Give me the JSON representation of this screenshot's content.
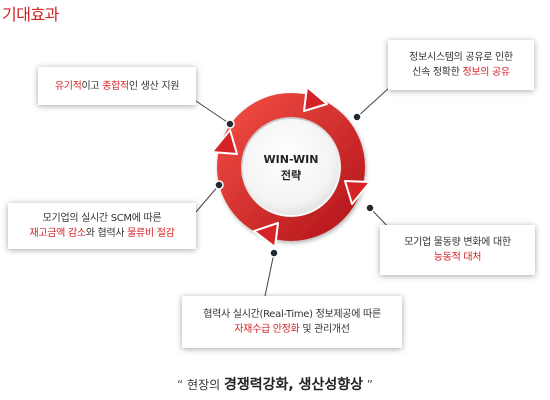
{
  "title": "기대효과",
  "colors": {
    "accent": "#d42226",
    "ring_light": "#f0453f",
    "ring_dark": "#b5161b"
  },
  "center": {
    "line1": "WIN-WIN",
    "line2": "전략"
  },
  "boxes": [
    {
      "id": "top-left",
      "lines": [
        [
          {
            "text": "유기적",
            "hl": true
          },
          {
            "text": "이고 ",
            "hl": false
          },
          {
            "text": "종합적",
            "hl": true
          },
          {
            "text": "인 생산 지원",
            "hl": false
          }
        ]
      ]
    },
    {
      "id": "top-right",
      "lines": [
        [
          {
            "text": "정보시스템의 공유로 인한",
            "hl": false
          }
        ],
        [
          {
            "text": "신속 정확한 ",
            "hl": false
          },
          {
            "text": "정보의 공유",
            "hl": true
          }
        ]
      ]
    },
    {
      "id": "middle-left",
      "lines": [
        [
          {
            "text": "모기업의 실시간 SCM에 따른",
            "hl": false
          }
        ],
        [
          {
            "text": "재고금액 감소",
            "hl": true
          },
          {
            "text": "와 협력사 ",
            "hl": false
          },
          {
            "text": "물류비 절감",
            "hl": true
          }
        ]
      ]
    },
    {
      "id": "middle-right",
      "lines": [
        [
          {
            "text": "모기업 물동량 변화에 대한",
            "hl": false
          }
        ],
        [
          {
            "text": "능동적 대처",
            "hl": true
          }
        ]
      ]
    },
    {
      "id": "bottom",
      "lines": [
        [
          {
            "text": "협력사 실시간(Real-Time) 정보제공에 따른",
            "hl": false
          }
        ],
        [
          {
            "text": "자재수급 안정화",
            "hl": true
          },
          {
            "text": " 및 관리개선",
            "hl": false
          }
        ]
      ]
    }
  ],
  "quote": {
    "open": "“",
    "prefix": "현장의 ",
    "main": "경쟁력강화, 생산성향상",
    "close": "”"
  }
}
